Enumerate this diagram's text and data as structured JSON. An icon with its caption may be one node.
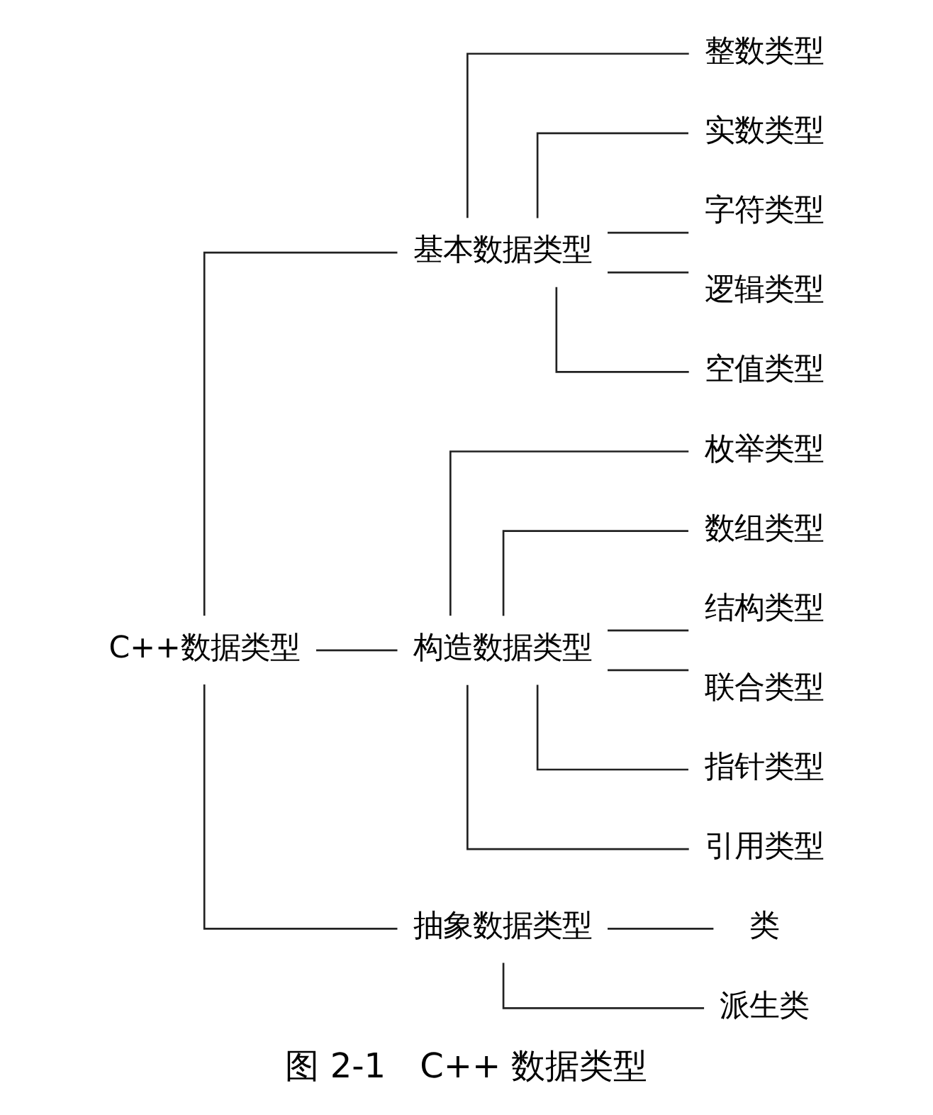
{
  "diagram": {
    "caption": "图 2-1　C++ 数据类型",
    "nodes": [
      {
        "text": [
          "C++数据类型"
        ]
      },
      {
        "text": [
          "基本数据类型"
        ]
      },
      {
        "text": [
          "整数类型"
        ]
      },
      {
        "text": [
          "实数类型"
        ]
      },
      {
        "text": [
          "字符类型"
        ]
      },
      {
        "text": [
          "逻辑类型"
        ]
      },
      {
        "text": [
          "空值类型"
        ]
      },
      {
        "text": [
          "构造数据类型"
        ]
      },
      {
        "text": [
          "枚举类型"
        ]
      },
      {
        "text": [
          "数组类型"
        ]
      },
      {
        "text": [
          "结构类型"
        ]
      },
      {
        "text": [
          "联合类型"
        ]
      },
      {
        "text": [
          "指针类型"
        ]
      },
      {
        "text": [
          "引用类型"
        ]
      },
      {
        "text": [
          "抽象数据类型"
        ]
      },
      {
        "text": [
          "类"
        ]
      },
      {
        "text": [
          "派生类"
        ]
      }
    ],
    "edges": [
      {
        "from": 0,
        "to": 1,
        "arrow": "none"
      },
      {
        "from": 0,
        "to": 7,
        "arrow": "none"
      },
      {
        "from": 0,
        "to": 14,
        "arrow": "none"
      },
      {
        "from": 1,
        "to": 2,
        "arrow": "none"
      },
      {
        "from": 1,
        "to": 3,
        "arrow": "none"
      },
      {
        "from": 1,
        "to": 4,
        "arrow": "none"
      },
      {
        "from": 1,
        "to": 5,
        "arrow": "none"
      },
      {
        "from": 1,
        "to": 6,
        "arrow": "none"
      },
      {
        "from": 7,
        "to": 8,
        "arrow": "none"
      },
      {
        "from": 7,
        "to": 9,
        "arrow": "none"
      },
      {
        "from": 7,
        "to": 10,
        "arrow": "none"
      },
      {
        "from": 7,
        "to": 11,
        "arrow": "none"
      },
      {
        "from": 7,
        "to": 12,
        "arrow": "none"
      },
      {
        "from": 7,
        "to": 13,
        "arrow": "none"
      },
      {
        "from": 14,
        "to": 15,
        "arrow": "none"
      },
      {
        "from": 14,
        "to": 16,
        "arrow": "none"
      }
    ]
  }
}
